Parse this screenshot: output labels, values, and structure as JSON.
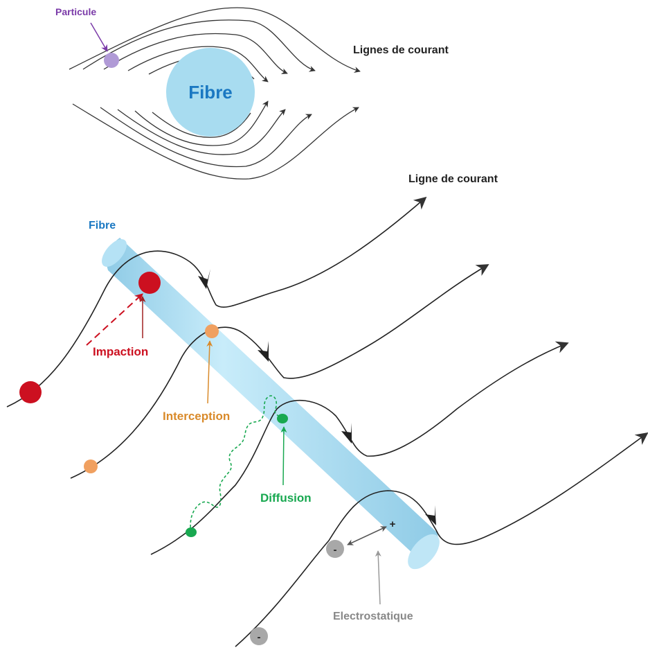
{
  "top_panel": {
    "particle_label": "Particule",
    "fibre_label": "Fibre",
    "streamlines_label": "Lignes de courant"
  },
  "bottom_panel": {
    "streamline_label": "Ligne de courant",
    "fibre_label": "Fibre",
    "mechanisms": {
      "impaction": "Impaction",
      "interception": "Interception",
      "diffusion": "Diffusion",
      "electrostatic": "Electrostatique"
    },
    "charges": {
      "negative": "-",
      "positive": "+"
    }
  },
  "colors": {
    "fibre_fill": "#a8dcf0",
    "fibre_text": "#1a78c2",
    "particle_purple": "#b09ad6",
    "label_purple": "#7a3aa8",
    "impaction_red": "#cc1020",
    "interception_orange": "#f0a060",
    "interception_label": "#d98a2a",
    "diffusion_green": "#18a850",
    "electrostatic_gray": "#a8a8a8",
    "electrostatic_label": "#888888",
    "line": "#333333"
  }
}
